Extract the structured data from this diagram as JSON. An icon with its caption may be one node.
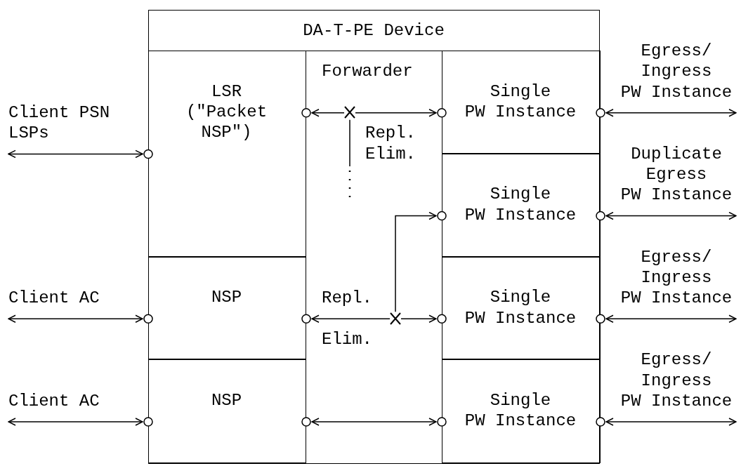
{
  "diagram": {
    "nodes": [
      {
        "text": [
          "DA-T-PE Device"
        ]
      },
      {
        "text": [
          "LSR (\"Packet NSP\")"
        ],
        "in": 0
      },
      {
        "text": [
          "Single PW Instance"
        ],
        "in": 0
      },
      {
        "text": [
          "Single PW Instance"
        ],
        "in": 0
      },
      {
        "text": [
          "NSP"
        ],
        "in": 0
      },
      {
        "text": [
          "Single PW Instance"
        ],
        "in": 0
      },
      {
        "text": [
          "NSP"
        ],
        "in": 0
      },
      {
        "text": [
          "Single PW Instance"
        ],
        "in": 0
      },
      {
        "text": [],
        "shape": "cross",
        "in": 0
      },
      {
        "text": [],
        "shape": "cross",
        "in": 0
      }
    ],
    "edges": [
      {
        "from": 8,
        "to": 1,
        "arrow": "to"
      },
      {
        "from": 8,
        "to": 2,
        "arrow": "to"
      },
      {
        "from": 2,
        "to": null,
        "arrow": "both",
        "label": "Egress/ Ingress PW Instance"
      },
      {
        "from": null,
        "to": 1,
        "arrow": "both",
        "label": "Client PSN LSPs"
      },
      {
        "from": 8,
        "to": null,
        "arrow": "none"
      },
      {
        "from": 9,
        "to": 3,
        "arrow": "to"
      },
      {
        "from": 3,
        "to": null,
        "arrow": "both",
        "label": "Duplicate Egress PW Instance"
      },
      {
        "from": null,
        "to": 4,
        "arrow": "both",
        "label": "Client AC"
      },
      {
        "from": 9,
        "to": 4,
        "arrow": "to"
      },
      {
        "from": 9,
        "to": 5,
        "arrow": "to"
      },
      {
        "from": 5,
        "to": null,
        "arrow": "both",
        "label": "Egress/ Ingress PW Instance"
      },
      {
        "from": null,
        "to": 6,
        "arrow": "both",
        "label": "Client AC"
      },
      {
        "from": 6,
        "to": 7,
        "arrow": "both"
      },
      {
        "from": 7,
        "to": null,
        "arrow": "both",
        "label": "Egress/ Ingress PW Instance"
      }
    ],
    "labels": [
      "Forwarder",
      "Repl. Elim.",
      "Repl.",
      "Elim."
    ]
  }
}
